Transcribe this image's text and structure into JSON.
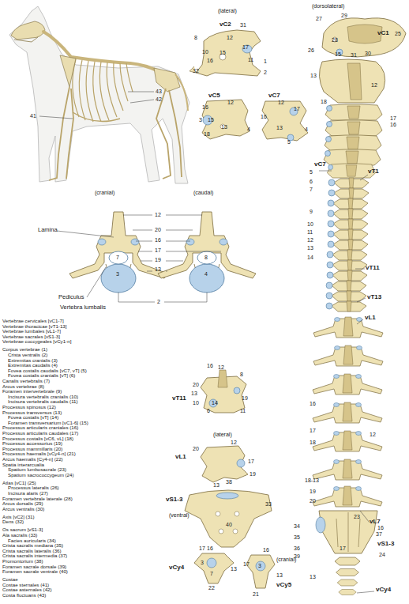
{
  "diagram": {
    "labels": [
      "Vertebrae cervicales [vC1-7]",
      "Vertebrae thoracicae [vT1-13]",
      "Vertebrae lumbales [vL1-7]",
      "Vertebrae sacrales [vS1-3]",
      "Vertebrae coccygeales [vCy1-n]",
      "Corpus vertebrae (1)",
      "Crista ventralis (2)",
      "Extremitas cranialis (3)",
      "Extremitas caudalis (4)",
      "Fovea costalis caudalis [vC7, vT] (5)",
      "Fovea costalis cranialis [vT] (6)",
      "Canalis vertebralis (7)",
      "Arcus vertebrae (8)",
      "Foramen intervertebrale (9)",
      "Incisura vertebralis cranialis (10)",
      "Incisura vertebralis caudalis (11)",
      "Processus spinosus (12)",
      "Processus transversus (13)",
      "Fovea costalis [vT] (14)",
      "Foramen transversarium [vC1-6] (15)",
      "Processus articularis craniales (16)",
      "Processus articularis caudales (17)",
      "Processus costalis [vC6, vL] (18)",
      "Processus accessorius (19)",
      "Processus mammillaris (20)",
      "Processus haemalis [vCy4-n] (21)",
      "Arcus haemalis [Cy4-n] (22)",
      "Spatia interarcualia",
      "Spatium lumbosacrale (23)",
      "Spatium sacrococcygeum (24)",
      "Atlas [vC1] (25)",
      "Processus lateralis (26)",
      "Incisura alaris (27)",
      "Foramen vertebrale laterale (28)",
      "Arcus dorsalis (29)",
      "Arcus ventralis (30)",
      "Axis [vC2] (31)",
      "Dens (32)",
      "Os sacrum [vS1-3]",
      "Ala sacralis (33)",
      "Facies auricularis (34)",
      "Crista sacralis mediana (35)",
      "Crista sacralis lateralis (36)",
      "Crista sacralis intermedia (37)",
      "Promontorium (38)",
      "Foramen sacrale dorsale (39)",
      "Foramen sacrale ventrale (40)",
      "Costae",
      "Costae sternales (41)",
      "Costae asternales (42)",
      "Costa fluctuans (43)",
      "(lateral)",
      "vC2",
      "31",
      "8",
      "12",
      "10",
      "15",
      "17",
      "11",
      "16",
      "1",
      "2",
      "32",
      "(dorsolateral)",
      "27",
      "29",
      "vC1",
      "25",
      "26",
      "28",
      "15",
      "30",
      "31",
      "13",
      "12",
      "18",
      "17",
      "16",
      "vC5",
      "12",
      "16",
      "3",
      "15",
      "13",
      "18",
      "4",
      "vC7",
      "12",
      "17",
      "16",
      "13",
      "4",
      "5",
      "vC7",
      "vT1",
      "5",
      "6",
      "7",
      "9",
      "10",
      "11",
      "12",
      "13",
      "14",
      "vT11",
      "vT13",
      "vL1",
      "16",
      "17",
      "12",
      "18",
      "18-13",
      "19",
      "20",
      "vL7",
      "23",
      "16",
      "34",
      "35",
      "36",
      "39",
      "37",
      "vS1-3",
      "24",
      "17",
      "13",
      "vCy4",
      "(cranial)",
      "(caudal)",
      "Lamina",
      "12",
      "20",
      "16",
      "17",
      "19",
      "13",
      "2",
      "7",
      "3",
      "8",
      "4",
      "Pediculus",
      "Vertebra lumbalis",
      "43",
      "42",
      "41",
      "16",
      "12",
      "8",
      "20",
      "13",
      "10",
      "14",
      "19",
      "6",
      "11",
      "vT11",
      "(lateral)",
      "20",
      "12",
      "17",
      "19",
      "13",
      "vL1",
      "38",
      "33",
      "vS1-3",
      "(ventral)",
      "40",
      "17",
      "16",
      "3",
      "7",
      "13",
      "22",
      "vCy4",
      "16",
      "(cranial)",
      "17",
      "3",
      "13",
      "21",
      "vCy5"
    ]
  }
}
